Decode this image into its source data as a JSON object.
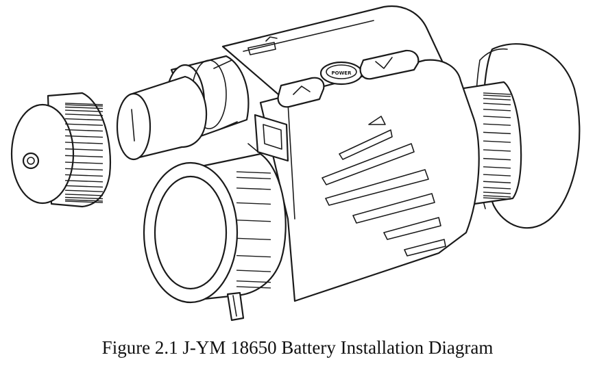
{
  "figure": {
    "caption": "Figure 2.1 J-YM 18650 Battery Installation Diagram",
    "parts": {
      "battery_cap": "battery-cap",
      "battery": "18650-battery",
      "device_body": "night-vision-monocular-body",
      "objective_lens": "objective-lens",
      "eyepiece": "eyecup-eyepiece",
      "buttons": [
        "button-left-arrow",
        "button-power",
        "button-right-arrow"
      ]
    }
  }
}
